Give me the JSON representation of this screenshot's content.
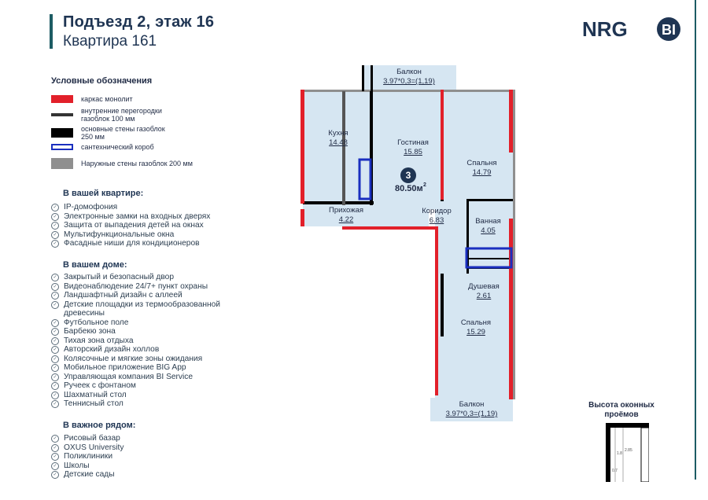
{
  "header": {
    "title": "Подъезд 2, этаж 16",
    "subtitle": "Квартира 161",
    "logo_text": "NRG",
    "logo_badge": "BI"
  },
  "legend": {
    "title": "Условные обозначения",
    "items": [
      {
        "label": "каркас монолит",
        "swatch": "#e2202a"
      },
      {
        "label": "внутренние перегородки газоблок 100 мм",
        "swatch": "#333333"
      },
      {
        "label": "основные стены газоблок 250 мм",
        "swatch": "#000000"
      },
      {
        "label": "сантехнический короб",
        "swatch": "#1a2fbf"
      },
      {
        "label": "Наружные стены газоблок 200 мм",
        "swatch": "#8f8f8f"
      }
    ]
  },
  "apartment_features": {
    "title": "В вашей квартире:",
    "items": [
      "IP-домофония",
      "Электронные замки на входных дверях",
      "Защита от выпадения детей на окнах",
      "Мультифункциональные окна",
      "Фасадные ниши для кондиционеров"
    ]
  },
  "house_features": {
    "title": "В вашем доме:",
    "items": [
      "Закрытый и безопасный двор",
      "Видеонаблюдение 24/7+ пункт охраны",
      "Ландшафтный дизайн с аллеей",
      "Детские площадки из термообразованной древесины",
      "Футбольное поле",
      "Барбекю зона",
      "Тихая зона отдыха",
      "Авторский дизайн холлов",
      "Колясочные и мягкие зоны ожидания",
      "Мобильное приложение BIG App",
      "Управляющая компания BI Service",
      "Ручеек с фонтаном",
      "Шахматный стол",
      "Теннисный стол"
    ]
  },
  "nearby": {
    "title": "В важное рядом:",
    "items": [
      "Рисовый базар",
      "OXUS University",
      "Поликлиники",
      "Школы",
      "Детские сады"
    ]
  },
  "plan": {
    "rooms_badge": "3",
    "total_area": "80.50м",
    "total_area_sup": "2",
    "rooms": [
      {
        "name": "Балкон",
        "area": "3.97*0,3=(1,19)"
      },
      {
        "name": "Кухня",
        "area": "14.48"
      },
      {
        "name": "Гостиная",
        "area": "15.85"
      },
      {
        "name": "Спальня",
        "area": "14.79"
      },
      {
        "name": "Прихожая",
        "area": "4.22"
      },
      {
        "name": "Коридор",
        "area": "6.83"
      },
      {
        "name": "Ванная",
        "area": "4.05"
      },
      {
        "name": "Душевая",
        "area": "2.61"
      },
      {
        "name": "Спальня",
        "area": "15.29"
      },
      {
        "name": "Балкон",
        "area": "3.97*0,3=(1,19)"
      }
    ]
  },
  "window_heights": {
    "title": "Высота оконных проёмов",
    "dim_1": "1.8",
    "dim_2": "2.85",
    "dim_3": "0.7"
  },
  "colors": {
    "accent": "#1d5c64",
    "frame": "#e2202a",
    "duct": "#1a2fbf",
    "room_fill": "#d6e6f2"
  }
}
